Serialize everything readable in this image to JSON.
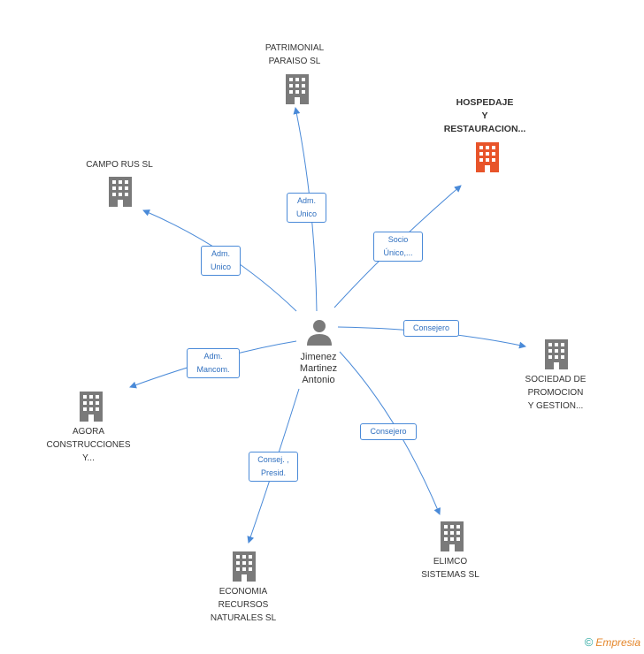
{
  "center": {
    "name_lines": [
      "Jimenez",
      "Martinez",
      "Antonio"
    ]
  },
  "nodes": [
    {
      "id": "patrimonial",
      "lines": [
        "PATRIMONIAL",
        "PARAISO SL"
      ],
      "highlight": false
    },
    {
      "id": "hospedaje",
      "lines": [
        "HOSPEDAJE",
        "Y",
        "RESTAURACION..."
      ],
      "highlight": true
    },
    {
      "id": "campo-rus",
      "lines": [
        "CAMPO RUS SL"
      ],
      "highlight": false
    },
    {
      "id": "sociedad",
      "lines": [
        "SOCIEDAD DE",
        "PROMOCION",
        "Y GESTION..."
      ],
      "highlight": false
    },
    {
      "id": "agora",
      "lines": [
        "AGORA",
        "CONSTRUCCIONES",
        "Y..."
      ],
      "highlight": false
    },
    {
      "id": "elimco",
      "lines": [
        "ELIMCO",
        "SISTEMAS SL"
      ],
      "highlight": false
    },
    {
      "id": "economia",
      "lines": [
        "ECONOMIA",
        "RECURSOS",
        "NATURALES SL"
      ],
      "highlight": false
    }
  ],
  "edges": [
    {
      "id": "e-patrimonial",
      "lines": [
        "Adm.",
        "Unico"
      ]
    },
    {
      "id": "e-hospedaje",
      "lines": [
        "Socio",
        "Único,..."
      ]
    },
    {
      "id": "e-campo",
      "lines": [
        "Adm.",
        "Unico"
      ]
    },
    {
      "id": "e-sociedad",
      "lines": [
        "Consejero"
      ]
    },
    {
      "id": "e-agora",
      "lines": [
        "Adm.",
        "Mancom."
      ]
    },
    {
      "id": "e-elimco",
      "lines": [
        "Consejero"
      ]
    },
    {
      "id": "e-economia",
      "lines": [
        "Consej. ,",
        "Presid."
      ]
    }
  ],
  "colors": {
    "edge": "#4a8ad8",
    "building": "#7a7a7a",
    "highlight": "#e8542a",
    "person": "#7a7a7a"
  },
  "footer": {
    "symbol": "©",
    "brand": "Empresia"
  }
}
